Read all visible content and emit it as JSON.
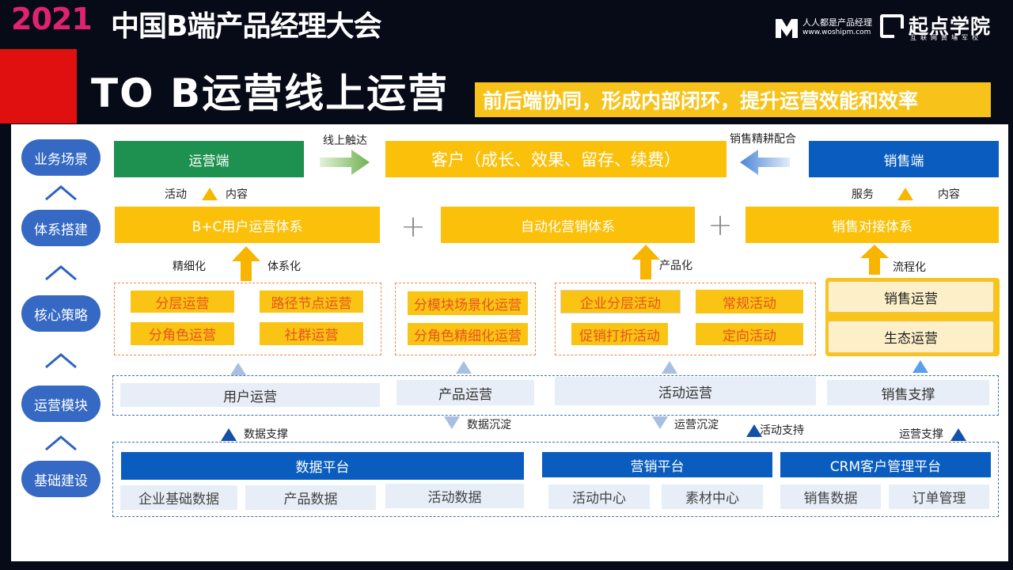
{
  "header": {
    "conference_year": "2021",
    "conference_name": "中国B端产品经理大会",
    "main_title": "TO B运营线上运营",
    "subtitle": "前后端协同，形成内部闭环，提升运营效能和效率",
    "logo1_cn": "人人都是产品经理",
    "logo1_url": "www.woshipm.com",
    "logo2_cn": "起点学院",
    "logo2_sub": "互联网黄埔军校"
  },
  "layers": [
    "业务场景",
    "体系搭建",
    "核心策略",
    "运营模块",
    "基础建设"
  ],
  "row1": {
    "ops_end": "运营端",
    "arrow_left_label": "线上触达",
    "customer": "客户（成长、效果、留存、续费）",
    "arrow_right_label": "销售精耕配合",
    "sales_end": "销售端",
    "left_a": "活动",
    "left_b": "内容",
    "right_a": "服务",
    "right_b": "内容"
  },
  "row2": {
    "sys1": "B+C用户运营体系",
    "sys2": "自动化营销体系",
    "sys3": "销售对接体系",
    "plus": "+",
    "label1a": "精细化",
    "label1b": "体系化",
    "label2": "产品化",
    "label3": "流程化"
  },
  "strategies": {
    "group1": [
      "分层运营",
      "路径节点运营",
      "分角色运营",
      "社群运营"
    ],
    "group2": [
      "分模块场景化运营",
      "分角色精细化运营"
    ],
    "group3": [
      "企业分层活动",
      "常规活动",
      "促销打折活动",
      "定向活动"
    ],
    "group4": [
      "销售运营",
      "生态运营"
    ]
  },
  "modules": [
    "用户运营",
    "产品运营",
    "活动运营",
    "销售支撑"
  ],
  "arrow_labels": {
    "data_support": "数据支撑",
    "data_settle": "数据沉淀",
    "ops_settle": "运营沉淀",
    "activity_support": "活动支持",
    "ops_support": "运营支撑"
  },
  "platforms": {
    "data": {
      "title": "数据平台",
      "items": [
        "企业基础数据",
        "产品数据",
        "活动数据"
      ]
    },
    "marketing": {
      "title": "营销平台",
      "items": [
        "活动中心",
        "素材中心"
      ]
    },
    "crm": {
      "title": "CRM客户管理平台",
      "items": [
        "销售数据",
        "订单管理"
      ]
    }
  },
  "colors": {
    "green": "#1e9150",
    "orange": "#fbc10a",
    "blue": "#0a5dbe",
    "pill_blue": "#3569c4",
    "header_red": "#e01010"
  }
}
